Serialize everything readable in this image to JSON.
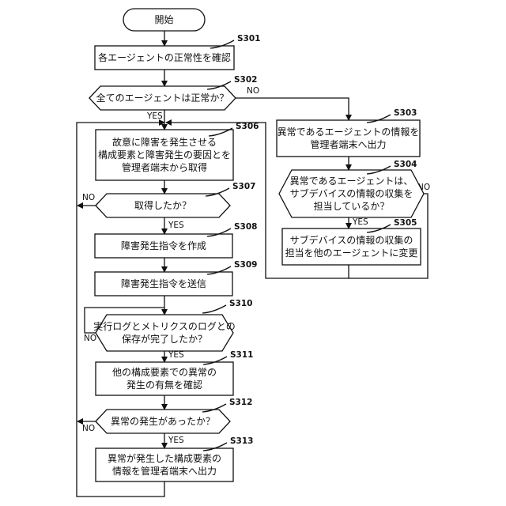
{
  "nodes": [
    {
      "id": "start",
      "shape": "terminal",
      "step": "",
      "lines": [
        "開始"
      ]
    },
    {
      "id": "s301",
      "shape": "process",
      "step": "S301",
      "lines": [
        "各エージェントの正常性を確認"
      ]
    },
    {
      "id": "s302",
      "shape": "decision",
      "step": "S302",
      "lines": [
        "全てのエージェントは正常か？"
      ]
    },
    {
      "id": "s306",
      "shape": "process",
      "step": "S306",
      "lines": [
        "故意に障害を発生させる",
        "構成要素と障害発生の要因とを",
        "管理者端末から取得"
      ]
    },
    {
      "id": "s307",
      "shape": "decision",
      "step": "S307",
      "lines": [
        "取得したか？"
      ]
    },
    {
      "id": "s308",
      "shape": "process",
      "step": "S308",
      "lines": [
        "障害発生指令を作成"
      ]
    },
    {
      "id": "s309",
      "shape": "process",
      "step": "S309",
      "lines": [
        "障害発生指令を送信"
      ]
    },
    {
      "id": "s310",
      "shape": "decision",
      "step": "S310",
      "lines": [
        "実行ログとメトリクスのログとの",
        "保存が完了したか？"
      ]
    },
    {
      "id": "s311",
      "shape": "process",
      "step": "S311",
      "lines": [
        "他の構成要素での異常の",
        "発生の有無を確認"
      ]
    },
    {
      "id": "s312",
      "shape": "decision",
      "step": "S312",
      "lines": [
        "異常の発生があったか？"
      ]
    },
    {
      "id": "s313",
      "shape": "process",
      "step": "S313",
      "lines": [
        "異常が発生した構成要素の",
        "情報を管理者端末へ出力"
      ]
    },
    {
      "id": "s303",
      "shape": "process",
      "step": "S303",
      "lines": [
        "異常であるエージェントの情報を",
        "管理者端末へ出力"
      ]
    },
    {
      "id": "s304",
      "shape": "decision",
      "step": "S304",
      "lines": [
        "異常であるエージェントは、",
        "サブデバイスの情報の収集を",
        "担当しているか？"
      ]
    },
    {
      "id": "s305",
      "shape": "process",
      "step": "S305",
      "lines": [
        "サブデバイスの情報の収集の",
        "担当を他のエージェントに変更"
      ]
    }
  ],
  "edges": [
    {
      "from": "start",
      "to": "s301",
      "label": ""
    },
    {
      "from": "s301",
      "to": "s302",
      "label": ""
    },
    {
      "from": "s302",
      "to": "s306",
      "label": "YES"
    },
    {
      "from": "s302",
      "to": "s303",
      "label": "NO"
    },
    {
      "from": "s306",
      "to": "s307",
      "label": ""
    },
    {
      "from": "s307",
      "to": "s308",
      "label": "YES"
    },
    {
      "from": "s307",
      "to": "s307",
      "label": "NO"
    },
    {
      "from": "s308",
      "to": "s309",
      "label": ""
    },
    {
      "from": "s309",
      "to": "s310",
      "label": ""
    },
    {
      "from": "s310",
      "to": "s310",
      "label": "NO"
    },
    {
      "from": "s310",
      "to": "s311",
      "label": "YES"
    },
    {
      "from": "s311",
      "to": "s312",
      "label": ""
    },
    {
      "from": "s312",
      "to": "s313",
      "label": "YES"
    },
    {
      "from": "s312",
      "to": "s302",
      "label": "NO"
    },
    {
      "from": "s313",
      "to": "s302",
      "label": ""
    },
    {
      "from": "s303",
      "to": "s304",
      "label": ""
    },
    {
      "from": "s304",
      "to": "s305",
      "label": "YES"
    },
    {
      "from": "s304",
      "to": "s302",
      "label": "NO"
    },
    {
      "from": "s305",
      "to": "s302",
      "label": ""
    }
  ]
}
